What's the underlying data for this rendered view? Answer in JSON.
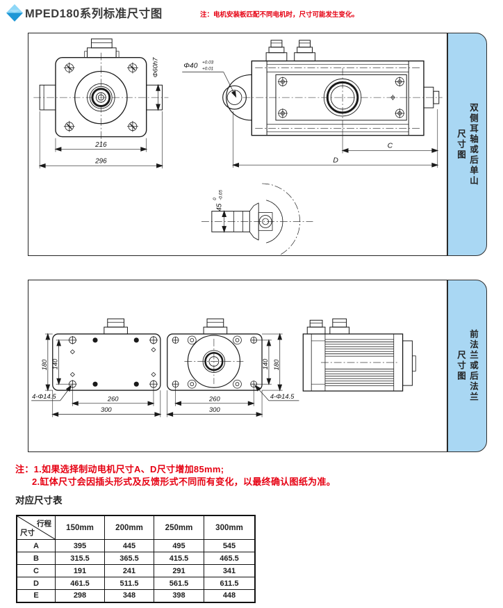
{
  "header": {
    "title": "MPED180系列标准尺寸图",
    "note": "注：电机安装板匹配不同电机时，尺寸可能发生变化。"
  },
  "panel1": {
    "side_label": "双侧耳轴或后单山",
    "side_label_sub": "尺寸图",
    "front_view": {
      "dim_bolt_span": "216",
      "dim_overall": "296",
      "dim_shaft": "Φ60h7"
    },
    "side_view": {
      "dim_eye": "Φ40",
      "eye_tol_upper": "+0.03",
      "eye_tol_lower": "+0.01",
      "dim_c": "C",
      "dim_d": "D"
    },
    "section_view": {
      "dim_pin": "45",
      "pin_tol_upper": "0",
      "pin_tol_lower": "-0.05"
    }
  },
  "panel2": {
    "side_label": "前法兰或后法兰",
    "side_label_sub": "尺寸图",
    "dims": {
      "height_outer": "180",
      "height_inner": "140",
      "width_inner": "260",
      "width_outer": "300",
      "holes": "4-Φ14.5"
    }
  },
  "notes": {
    "line1": "注：1.如果选择制动电机尺寸A、D尺寸增加85mm;",
    "line2": "2.缸体尺寸会因插头形式及反馈形式不同而有变化，以最终确认图纸为准。"
  },
  "size_table": {
    "title": "对应尺寸表",
    "corner": {
      "top": "行程",
      "bottom": "尺寸"
    },
    "columns": [
      "150mm",
      "200mm",
      "250mm",
      "300mm"
    ],
    "rows": [
      {
        "label": "A",
        "values": [
          "395",
          "445",
          "495",
          "545"
        ]
      },
      {
        "label": "B",
        "values": [
          "315.5",
          "365.5",
          "415.5",
          "465.5"
        ]
      },
      {
        "label": "C",
        "values": [
          "191",
          "241",
          "291",
          "341"
        ]
      },
      {
        "label": "D",
        "values": [
          "461.5",
          "511.5",
          "561.5",
          "611.5"
        ]
      },
      {
        "label": "E",
        "values": [
          "298",
          "348",
          "398",
          "448"
        ]
      }
    ]
  },
  "colors": {
    "accent_red": "#e60012",
    "strip_blue": "#a9d7f3",
    "line_dark": "#1a1a1a"
  }
}
